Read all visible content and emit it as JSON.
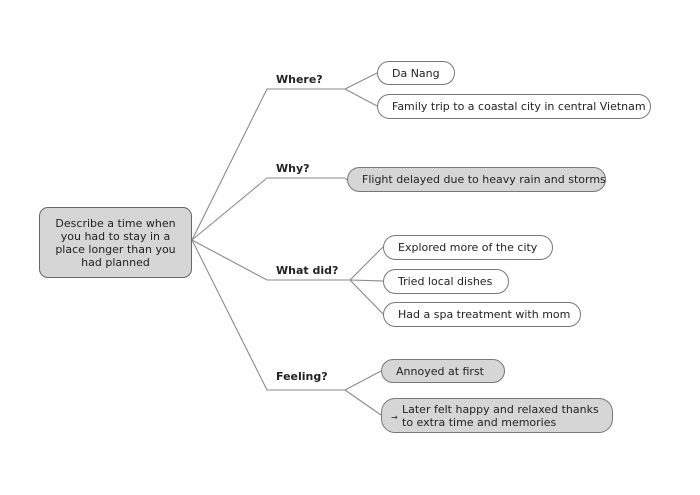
{
  "root": {
    "label": "Describe a time when you had to stay in a place longer than you had planned"
  },
  "branches": {
    "where": {
      "label": "Where?",
      "items": [
        "Da Nang",
        "Family trip to a coastal city in central Vietnam"
      ]
    },
    "why": {
      "label": "Why?",
      "items": [
        "Flight delayed due to heavy rain and storms"
      ]
    },
    "what": {
      "label": "What did?",
      "items": [
        "Explored more of the city",
        "Tried local dishes",
        "Had a spa treatment with mom"
      ]
    },
    "feeling": {
      "label": "Feeling?",
      "items": [
        "Annoyed at first",
        "Later felt happy and relaxed thanks to extra time and memories"
      ]
    }
  },
  "colors": {
    "line": "#8a8a8a",
    "border": "#777777",
    "fill_grey": "#d6d6d6"
  }
}
